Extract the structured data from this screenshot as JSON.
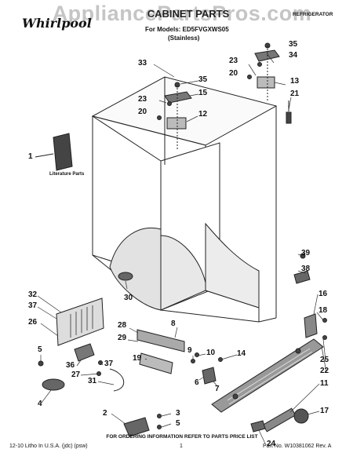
{
  "watermark": "AppliancePartsPros.com",
  "brand_logo": "Whirlpool",
  "header": {
    "title": "CABINET PARTS",
    "models": "For Models: ED5FVGXWS05",
    "finish": "(Stainless)",
    "device": "REFRIGERATOR"
  },
  "literature_label": "Literature Parts",
  "footer": {
    "order_info": "FOR ORDERING INFORMATION REFER TO PARTS PRICE LIST",
    "printed": "12-10 Litho In U.S.A. (jdc) (psw)",
    "page": "1",
    "part_no": "Part No. W10381062 Rev. A"
  },
  "callouts": {
    "n35a": "35",
    "n34": "34",
    "n23a": "23",
    "n20a": "20",
    "n13": "13",
    "n21": "21",
    "n33": "33",
    "n35b": "35",
    "n15": "15",
    "n23b": "23",
    "n20b": "20",
    "n12": "12",
    "n1": "1",
    "n39": "39",
    "n38": "38",
    "n30": "30",
    "n32": "32",
    "n37a": "37",
    "n26": "26",
    "n16": "16",
    "n18": "18",
    "n28": "28",
    "n8": "8",
    "n29": "29",
    "n10": "10",
    "n14": "14",
    "n5a": "5",
    "n36": "36",
    "n37b": "37",
    "n27": "27",
    "n19": "19",
    "n31": "31",
    "n4": "4",
    "n6": "6",
    "n7": "7",
    "n25": "25",
    "n22": "22",
    "n11": "11",
    "n17": "17",
    "n2": "2",
    "n3": "3",
    "n5b": "5",
    "n24": "24",
    "n9": "9"
  }
}
